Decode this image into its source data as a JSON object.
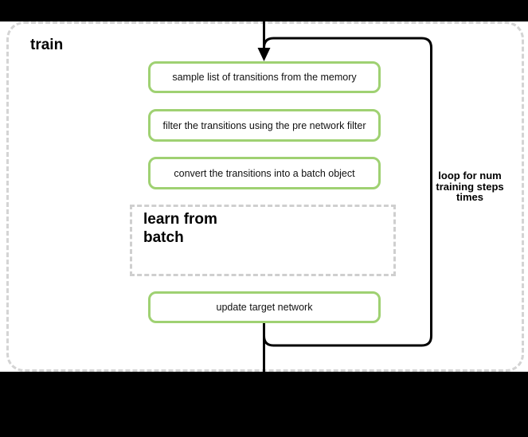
{
  "diagram": {
    "group_label": "train",
    "loop_annotation": "loop for num\ntraining steps\ntimes",
    "steps": [
      "sample list of transitions from the memory",
      "filter the transitions using the pre network filter",
      "convert the transitions into a batch object"
    ],
    "sub_process_label": "learn from\nbatch",
    "final_step": "update target network",
    "colors": {
      "step_border": "#9fd172",
      "group_border": "#d4d4d4",
      "subprocess_border": "#cfcfcf",
      "flow_line": "#000000",
      "outer_band": "#000000",
      "canvas": "#ffffff"
    }
  }
}
